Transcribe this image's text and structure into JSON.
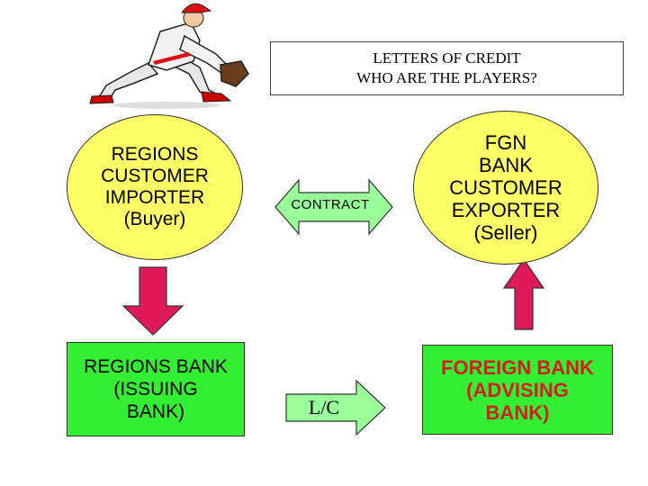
{
  "title": {
    "line1": "LETTERS OF CREDIT",
    "line2": "WHO ARE THE PLAYERS?"
  },
  "nodes": {
    "buyer": {
      "lines": [
        "REGIONS",
        "CUSTOMER",
        "IMPORTER",
        "(Buyer)"
      ],
      "fill": "#ffff66"
    },
    "seller": {
      "lines": [
        "FGN",
        "BANK",
        "CUSTOMER",
        "EXPORTER",
        "(Seller)"
      ],
      "fill": "#ffff66"
    },
    "issuing_bank": {
      "lines": [
        "REGIONS BANK",
        "(ISSUING",
        "BANK)"
      ],
      "fill": "#33ee33"
    },
    "advising_bank": {
      "lines": [
        "FOREIGN BANK",
        "(ADVISING",
        "BANK)"
      ],
      "fill": "#33ee33"
    }
  },
  "arrows": {
    "contract": {
      "label": "CONTRACT",
      "fill": "#99ff99"
    },
    "lc": {
      "label": "L/C",
      "fill": "#99ff99"
    },
    "down": {
      "fill": "#e0195a"
    },
    "up": {
      "fill": "#e0195a"
    }
  },
  "clipart": {
    "icon": "baseball-player-icon"
  }
}
